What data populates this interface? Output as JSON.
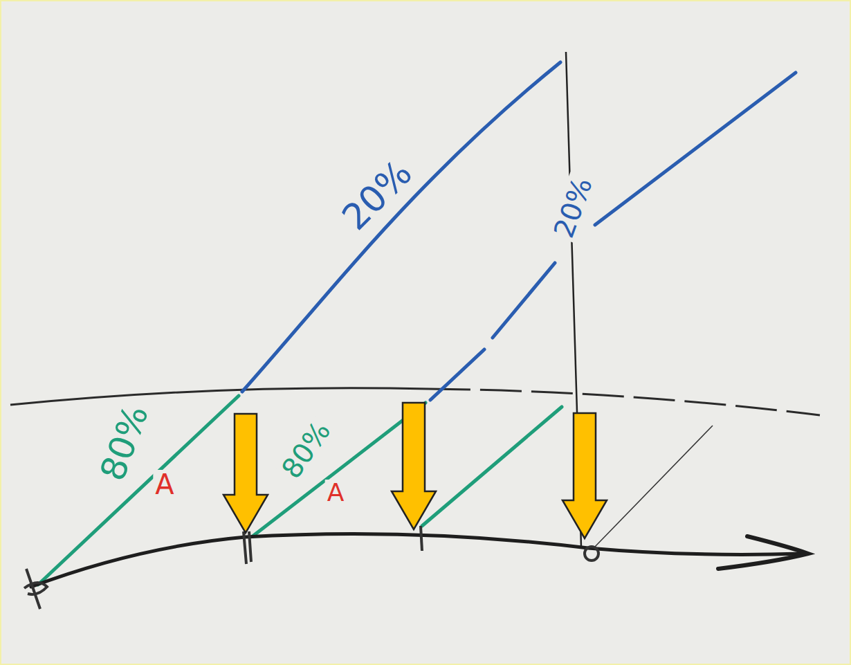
{
  "diagram": {
    "labels": [
      "20%",
      "20%",
      "80%",
      "A",
      "80%",
      "A"
    ]
  }
}
